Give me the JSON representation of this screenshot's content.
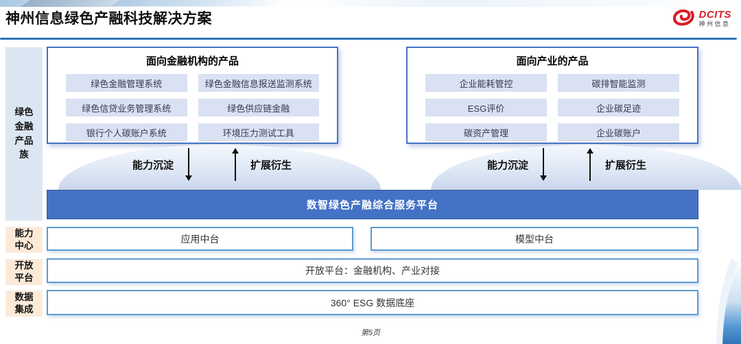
{
  "header": {
    "title": "神州信息绿色产融科技解决方案",
    "logo_brand": "DCITS",
    "logo_brand_cn": "神州信息"
  },
  "sidebar": {
    "product_family": "绿色\n金融\n产品\n族",
    "capability_center": "能力\n中心",
    "open_platform": "开放\n平台",
    "data_integration": "数据\n集成"
  },
  "product_groups": [
    {
      "title": "面向金融机构的产品",
      "items": [
        "绿色金融管理系统",
        "绿色金融信息报送监测系统",
        "绿色信贷业务管理系统",
        "绿色供应链金融",
        "银行个人碳账户系统",
        "环境压力测试工具"
      ]
    },
    {
      "title": "面向产业的产品",
      "items": [
        "企业能耗管控",
        "碳排智能监测",
        "ESG评价",
        "企业碳足迹",
        "碳资产管理",
        "企业碳账户"
      ]
    }
  ],
  "flows": {
    "down": "能力沉淀",
    "up": "扩展衍生"
  },
  "platform": {
    "label": "数智绿色产融综合服务平台"
  },
  "rows": {
    "app_center": "应用中台",
    "model_center": "模型中台",
    "open_platform": "开放平台：金融机构、产业对接",
    "data_base": "360° ESG 数据底座"
  },
  "footer": {
    "page": "第5页"
  },
  "colors": {
    "accent_blue": "#4472c4",
    "row_border": "#5b9bd5",
    "divider_blue": "#2e75b6",
    "item_bg": "#d9e1f2",
    "sidebar_blue": "#dce6f2",
    "sidebar_peach": "#fcead9",
    "logo_red": "#d81e26"
  }
}
